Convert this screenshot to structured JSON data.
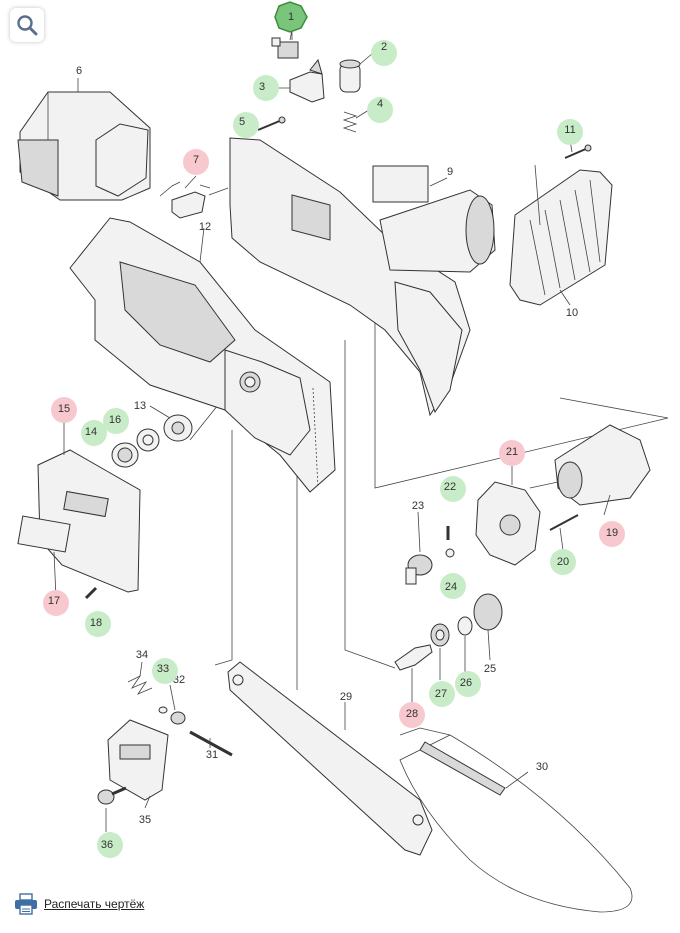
{
  "toolbar": {
    "zoom_icon": "magnifier-icon"
  },
  "footer": {
    "print_label": "Распечать чертёж",
    "print_icon": "printer-icon"
  },
  "colors": {
    "selected": "#7bc47b",
    "selected_border": "#3a8f3a",
    "green": "#c8ecc8",
    "red": "#f7c9cf",
    "line": "#333333"
  },
  "parts": [
    {
      "id": "p1",
      "label": "1",
      "status": "selected"
    },
    {
      "id": "p2",
      "label": "2",
      "status": "green"
    },
    {
      "id": "p3",
      "label": "3",
      "status": "green"
    },
    {
      "id": "p4",
      "label": "4",
      "status": "green"
    },
    {
      "id": "p5",
      "label": "5",
      "status": "green"
    },
    {
      "id": "p6",
      "label": "6",
      "status": "none"
    },
    {
      "id": "p7",
      "label": "7",
      "status": "red"
    },
    {
      "id": "p9",
      "label": "9",
      "status": "none"
    },
    {
      "id": "p10",
      "label": "10",
      "status": "none"
    },
    {
      "id": "p11",
      "label": "11",
      "status": "green"
    },
    {
      "id": "p12",
      "label": "12",
      "status": "none"
    },
    {
      "id": "p13",
      "label": "13",
      "status": "none"
    },
    {
      "id": "p14",
      "label": "14",
      "status": "green"
    },
    {
      "id": "p15",
      "label": "15",
      "status": "red"
    },
    {
      "id": "p16",
      "label": "16",
      "status": "green"
    },
    {
      "id": "p17",
      "label": "17",
      "status": "red"
    },
    {
      "id": "p18",
      "label": "18",
      "status": "green"
    },
    {
      "id": "p19",
      "label": "19",
      "status": "red"
    },
    {
      "id": "p20",
      "label": "20",
      "status": "green"
    },
    {
      "id": "p21",
      "label": "21",
      "status": "red"
    },
    {
      "id": "p22",
      "label": "22",
      "status": "green"
    },
    {
      "id": "p23",
      "label": "23",
      "status": "none"
    },
    {
      "id": "p24",
      "label": "24",
      "status": "green"
    },
    {
      "id": "p25",
      "label": "25",
      "status": "none"
    },
    {
      "id": "p26",
      "label": "26",
      "status": "green"
    },
    {
      "id": "p27",
      "label": "27",
      "status": "green"
    },
    {
      "id": "p28",
      "label": "28",
      "status": "red"
    },
    {
      "id": "p29",
      "label": "29",
      "status": "none"
    },
    {
      "id": "p30",
      "label": "30",
      "status": "none"
    },
    {
      "id": "p31",
      "label": "31",
      "status": "none"
    },
    {
      "id": "p32",
      "label": "32",
      "status": "none"
    },
    {
      "id": "p33",
      "label": "33",
      "status": "green"
    },
    {
      "id": "p34",
      "label": "34",
      "status": "none"
    },
    {
      "id": "p35",
      "label": "35",
      "status": "none"
    },
    {
      "id": "p36",
      "label": "36",
      "status": "green"
    }
  ]
}
